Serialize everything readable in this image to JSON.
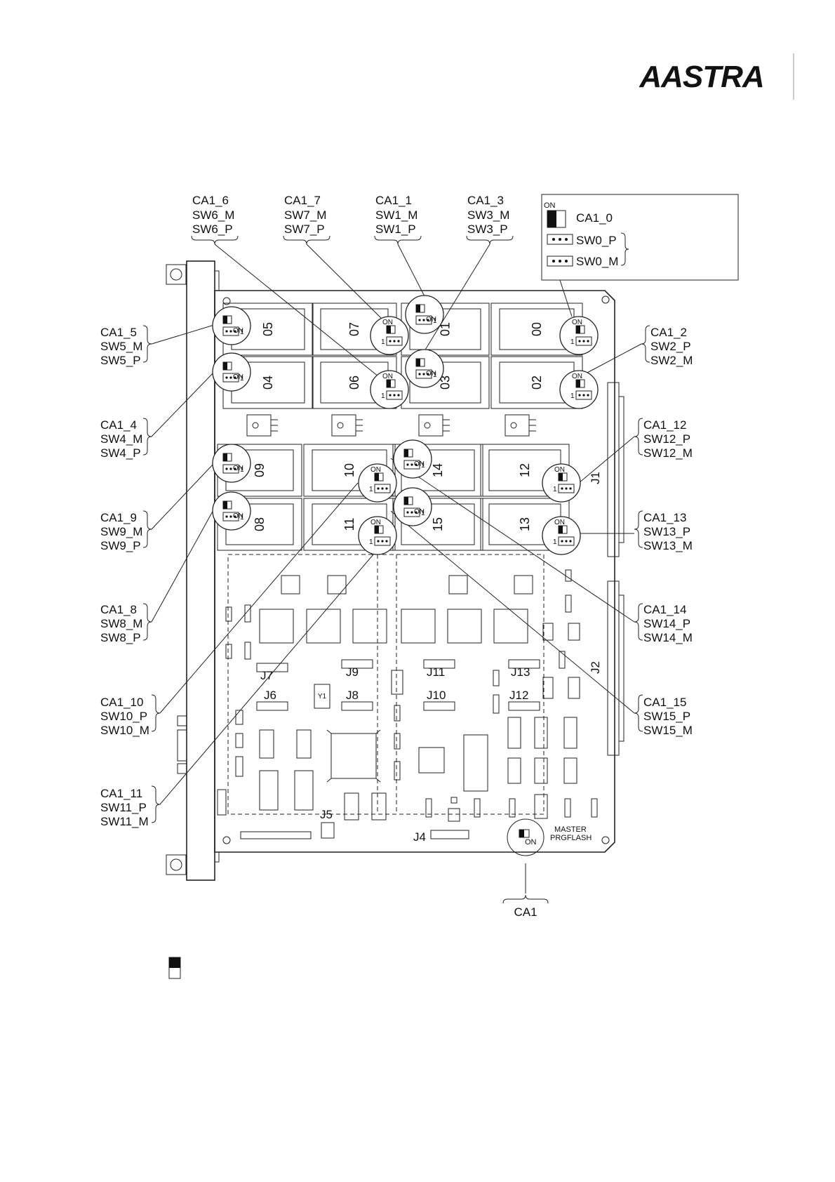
{
  "logo": {
    "text": "AASTRA"
  },
  "legend": {
    "on_label": "ON",
    "items": [
      {
        "name": "CA1_0",
        "kind": "switch"
      },
      {
        "name": "SW0_P",
        "kind": "jumper"
      },
      {
        "name": "SW0_M",
        "kind": "jumper"
      }
    ]
  },
  "top_groups": [
    {
      "lines": [
        "CA1_6",
        "SW6_M",
        "SW6_P"
      ]
    },
    {
      "lines": [
        "CA1_7",
        "SW7_M",
        "SW7_P"
      ]
    },
    {
      "lines": [
        "CA1_1",
        "SW1_M",
        "SW1_P"
      ]
    },
    {
      "lines": [
        "CA1_3",
        "SW3_M",
        "SW3_P"
      ]
    }
  ],
  "left_groups": [
    {
      "lines": [
        "CA1_5",
        "SW5_M",
        "SW5_P"
      ]
    },
    {
      "lines": [
        "CA1_4",
        "SW4_M",
        "SW4_P"
      ]
    },
    {
      "lines": [
        "CA1_9",
        "SW9_M",
        "SW9_P"
      ]
    },
    {
      "lines": [
        "CA1_8",
        "SW8_M",
        "SW8_P"
      ]
    },
    {
      "lines": [
        "CA1_10",
        "SW10_P",
        "SW10_M"
      ]
    },
    {
      "lines": [
        "CA1_11",
        "SW11_P",
        "SW11_M"
      ]
    }
  ],
  "right_groups": [
    {
      "lines": [
        "CA1_2",
        "SW2_P",
        "SW2_M"
      ]
    },
    {
      "lines": [
        "CA1_12",
        "SW12_P",
        "SW12_M"
      ]
    },
    {
      "lines": [
        "CA1_13",
        "SW13_P",
        "SW13_M"
      ]
    },
    {
      "lines": [
        "CA1_14",
        "SW14_P",
        "SW14_M"
      ]
    },
    {
      "lines": [
        "CA1_15",
        "SW15_P",
        "SW15_M"
      ]
    }
  ],
  "bottom_group": {
    "lines": [
      "CA1"
    ]
  },
  "modules": [
    "05",
    "07",
    "01",
    "00",
    "04",
    "06",
    "03",
    "02",
    "09",
    "10",
    "14",
    "12",
    "08",
    "11",
    "15",
    "13"
  ],
  "connectors": {
    "j1": "J1",
    "j2": "J2",
    "j4": "J4",
    "j5": "J5",
    "j6": "J6",
    "j7": "J7",
    "j8": "J8",
    "j9": "J9",
    "j10": "J10",
    "j11": "J11",
    "j12": "J12",
    "j13": "J13"
  },
  "switch_on": "ON",
  "switch_one": "1",
  "master": {
    "line1": "MASTER",
    "line2": "PRGFLASH",
    "on": "ON"
  },
  "chip_mark": "Y1"
}
